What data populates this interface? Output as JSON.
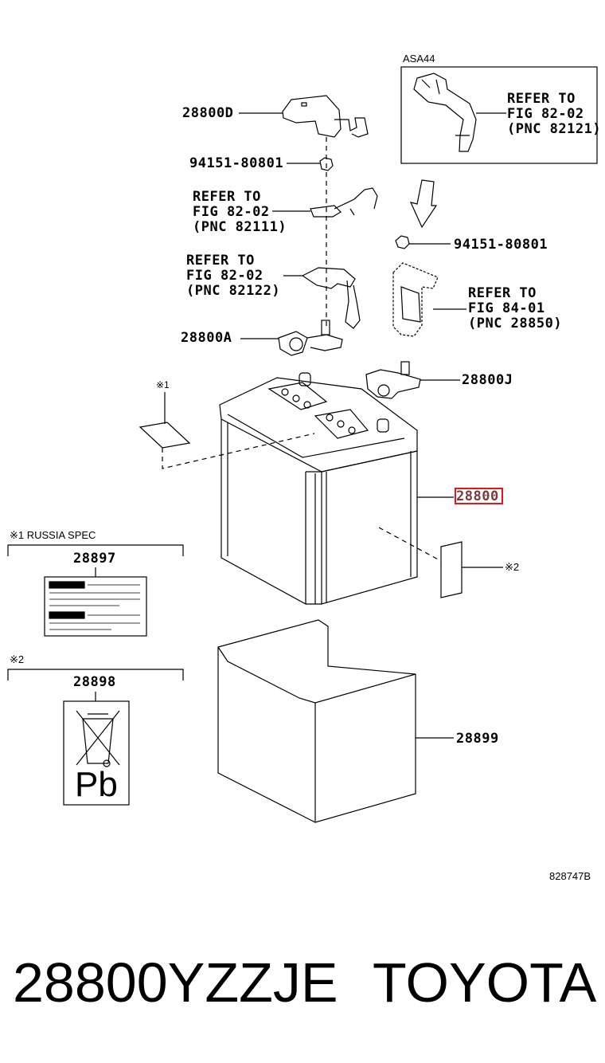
{
  "diagram": {
    "inset": {
      "model": "ASA44",
      "refer": [
        "REFER TO",
        "FIG 82-02",
        "(PNC 82121)"
      ]
    },
    "labels": {
      "cover": "28800D",
      "nut_top": "94151-80801",
      "nut_right": "94151-80801",
      "terminal_neg": "28800A",
      "terminal_pos": "28800J",
      "battery": "28800",
      "tray": "28899",
      "mark1": "※1",
      "mark2": "※2"
    },
    "refer_82111": [
      "REFER TO",
      "FIG 82-02",
      "(PNC 82111)"
    ],
    "refer_82122": [
      "REFER TO",
      "FIG 82-02",
      "(PNC 82122)"
    ],
    "refer_28850": [
      "REFER TO",
      "FIG 84-01",
      "(PNC 28850)"
    ],
    "russia_box": {
      "header": "※1 RUSSIA SPEC",
      "part": "28897"
    },
    "pb_box": {
      "header": "※2",
      "part": "28898",
      "symbol": "Pb"
    },
    "drawing_id": "828747B",
    "highlight_color": "#e01818"
  },
  "footer": {
    "part_number": "28800YZZJE",
    "brand": "TOYOTA"
  }
}
